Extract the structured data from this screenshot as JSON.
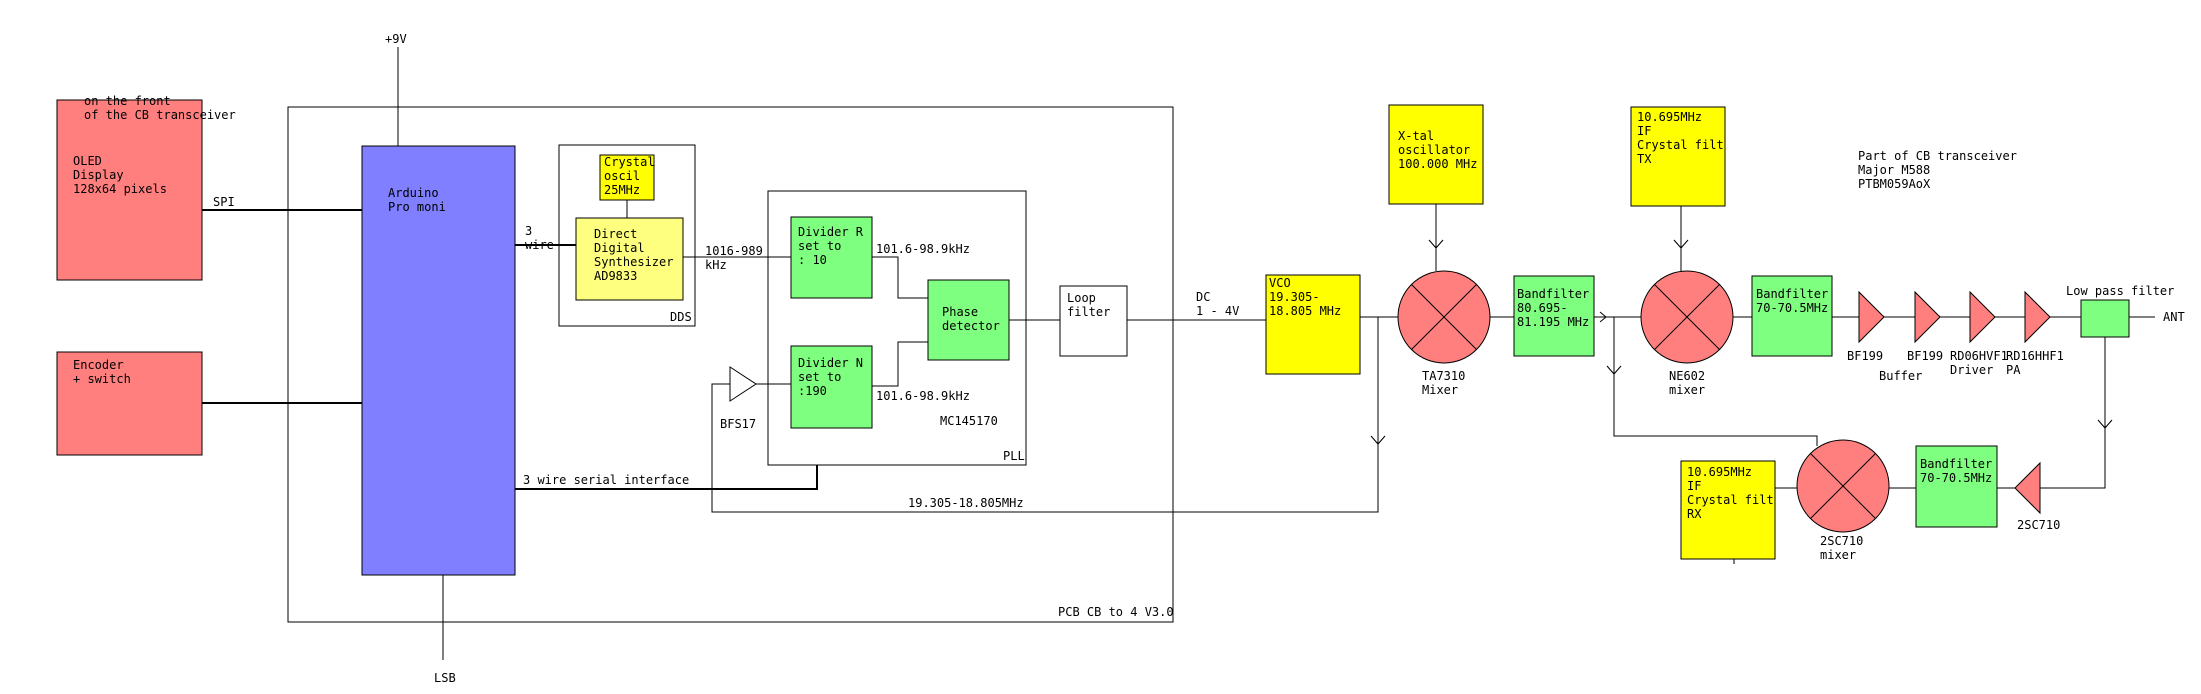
{
  "colors": {
    "red_block": "#ff7f7f",
    "blue_block": "#7f7fff",
    "yellow_block": "#ffff00",
    "light_yellow_block": "#ffff7f",
    "green_block": "#7fff7f",
    "mixer_fill": "#ff7f7f",
    "line": "#000000"
  },
  "labels": {
    "supply": "+9V",
    "front_note": [
      "on the front",
      "of the CB transceiver"
    ],
    "spi": "SPI",
    "three_wire": [
      "3",
      "wire"
    ],
    "dds_freq": [
      "1016-989",
      "kHz"
    ],
    "r_out": "101.6-98.9kHz",
    "n_out": "101.6-98.9kHz",
    "bfs17": "BFS17",
    "mc145170": "MC145170",
    "dc": [
      "DC",
      "1 - 4V"
    ],
    "serial": "3 wire serial interface",
    "vco_feedback": "19.305-18.805MHz",
    "pcb": "PCB CB to 4 V3.0",
    "lsb": "LSB",
    "ta7310": [
      "TA7310",
      "Mixer"
    ],
    "ne602": [
      "NE602",
      "mixer"
    ],
    "sc710_mixer": [
      "2SC710",
      "mixer"
    ],
    "bf199_1": "BF199",
    "bf199_2": "BF199",
    "buffer": "Buffer",
    "rd06": [
      "RD06HVF1",
      "Driver"
    ],
    "rd16": [
      "RD16HHF1",
      "PA"
    ],
    "low_pass": "Low pass filter",
    "ant": "ANT",
    "sc710_amp": "2SC710",
    "part_of": [
      "Part of CB transceiver",
      "Major M588",
      "PTBM059AoX"
    ]
  },
  "blocks": {
    "oled": [
      "OLED",
      "Display",
      "128x64 pixels"
    ],
    "encoder": [
      "Encoder",
      "+ switch"
    ],
    "arduino": [
      "Arduino",
      "Pro moni"
    ],
    "crystal": [
      "Crystal",
      "oscil",
      "25MHz"
    ],
    "dds_chip": [
      "Direct",
      "Digital",
      "Synthesizer",
      "AD9833"
    ],
    "dds_frame": "DDS",
    "divider_r": [
      "Divider R",
      "set to",
      ": 10"
    ],
    "divider_n": [
      "Divider N",
      "set to",
      "",
      ":190"
    ],
    "phase": [
      "Phase",
      "detector"
    ],
    "pll_frame": "PLL",
    "loop_filter": [
      "Loop",
      "filter"
    ],
    "vco": [
      "VCO",
      "19.305-",
      "18.805 MHz"
    ],
    "xtal": [
      "X-tal",
      "oscillator",
      "100.000 MHz"
    ],
    "bandfilter_1": [
      "Bandfilter",
      "80.695-",
      "81.195 MHz"
    ],
    "if_tx": [
      "10.695MHz",
      "IF",
      "Crystal filt",
      "",
      "TX"
    ],
    "bandfilter_2": [
      "Bandfilter",
      "70-70.5MHz"
    ],
    "if_rx": [
      "10.695MHz",
      "IF",
      "Crystal filt",
      "",
      "RX"
    ],
    "bandfilter_3": [
      "Bandfilter",
      "70-70.5MHz"
    ]
  }
}
